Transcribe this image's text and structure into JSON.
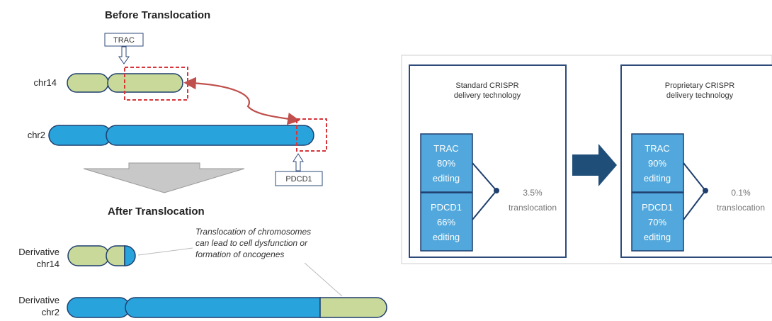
{
  "left": {
    "before_title": "Before Translocation",
    "after_title": "After Translocation",
    "trac_callout": "TRAC",
    "pdcd1_callout": "PDCD1",
    "chr14_label": "chr14",
    "chr2_label": "chr2",
    "deriv14_label": [
      "Derivative",
      "chr14"
    ],
    "deriv2_label": [
      "Derivative",
      "chr2"
    ],
    "note_lines": [
      "Translocation of chromosomes",
      "can lead to cell dysfunction or",
      "formation of oncogenes"
    ]
  },
  "right": {
    "standard": {
      "title_lines": [
        "Standard CRISPR",
        "delivery technology"
      ],
      "trac_lines": [
        "TRAC",
        "80%",
        "editing"
      ],
      "pdcd1_lines": [
        "PDCD1",
        "66%",
        "editing"
      ],
      "translocation_lines": [
        "3.5%",
        "translocation"
      ]
    },
    "proprietary": {
      "title_lines": [
        "Proprietary CRISPR",
        "delivery technology"
      ],
      "trac_lines": [
        "TRAC",
        "90%",
        "editing"
      ],
      "pdcd1_lines": [
        "PDCD1",
        "70%",
        "editing"
      ],
      "translocation_lines": [
        "0.1%",
        "translocation"
      ]
    }
  },
  "colors": {
    "chr14_green": "#c9d99a",
    "chr2_blue": "#29a3dc",
    "outline_navy": "#1f3f6e",
    "red_dashed": "#d6353a",
    "arrow_red": "#c0504d",
    "gray_arrow": "#c8c8c8",
    "box_blue": "#52a8dc",
    "panel_border": "#2d4a7a"
  }
}
